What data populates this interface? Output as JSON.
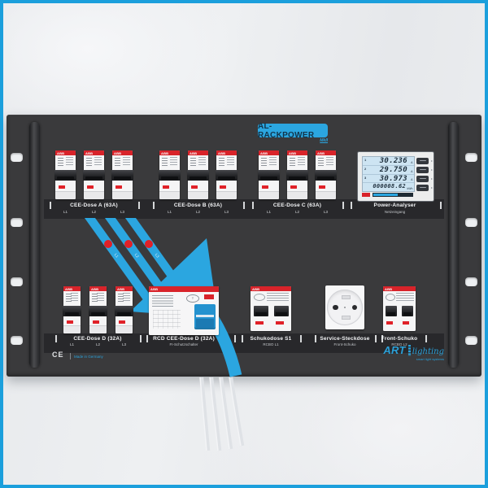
{
  "colors": {
    "frame_blue": "#1b9fdc",
    "accent_blue": "#2ba6e0",
    "panel": "#3a3a3c",
    "breaker_red": "#d8232a"
  },
  "header": {
    "badge": "AL-RACKPOWER",
    "badge_sub": "MkII"
  },
  "top_row": {
    "groups": [
      {
        "label": "CEE-Dose A (63A)",
        "phases": [
          "L1",
          "L2",
          "L3"
        ]
      },
      {
        "label": "CEE-Dose B (63A)",
        "phases": [
          "L1",
          "L2",
          "L3"
        ]
      },
      {
        "label": "CEE-Dose C (63A)",
        "phases": [
          "L1",
          "L2",
          "L3"
        ]
      }
    ],
    "analyzer": {
      "label": "Power-Analyser",
      "sublabel": "Netzeingang",
      "readings": [
        {
          "phase": "1",
          "value": "30.236",
          "unit": "A"
        },
        {
          "phase": "2",
          "value": "29.750",
          "unit": "A"
        },
        {
          "phase": "3",
          "value": "30.973",
          "unit": "A"
        }
      ],
      "energy": {
        "value": "000008.62",
        "unit": "kWh"
      }
    }
  },
  "bottom_row": {
    "sections": [
      {
        "label": "CEE-Dose D (32A)",
        "phases": [
          "L1",
          "L2",
          "L3"
        ]
      },
      {
        "label": "RCD CEE-Dose D (32A)",
        "sublabel": "FI-Schutzschalter"
      },
      {
        "label": "Schukodose S1",
        "sublabel": "RCBO L1"
      },
      {
        "label": "Service-Steckdose",
        "sublabel": "Front-Schuko"
      },
      {
        "label": "Front-Schuko",
        "sublabel": "RCBO L2"
      }
    ]
  },
  "devices": {
    "brand": "ABB",
    "rcd_test": "T"
  },
  "cables": {
    "labels": [
      "L1",
      "L2",
      "L3"
    ]
  },
  "footer": {
    "ce": "CE",
    "made_in": "Made in Germany",
    "brand": "ART",
    "brand_sub": "lighting",
    "tagline": "smart light systems"
  }
}
